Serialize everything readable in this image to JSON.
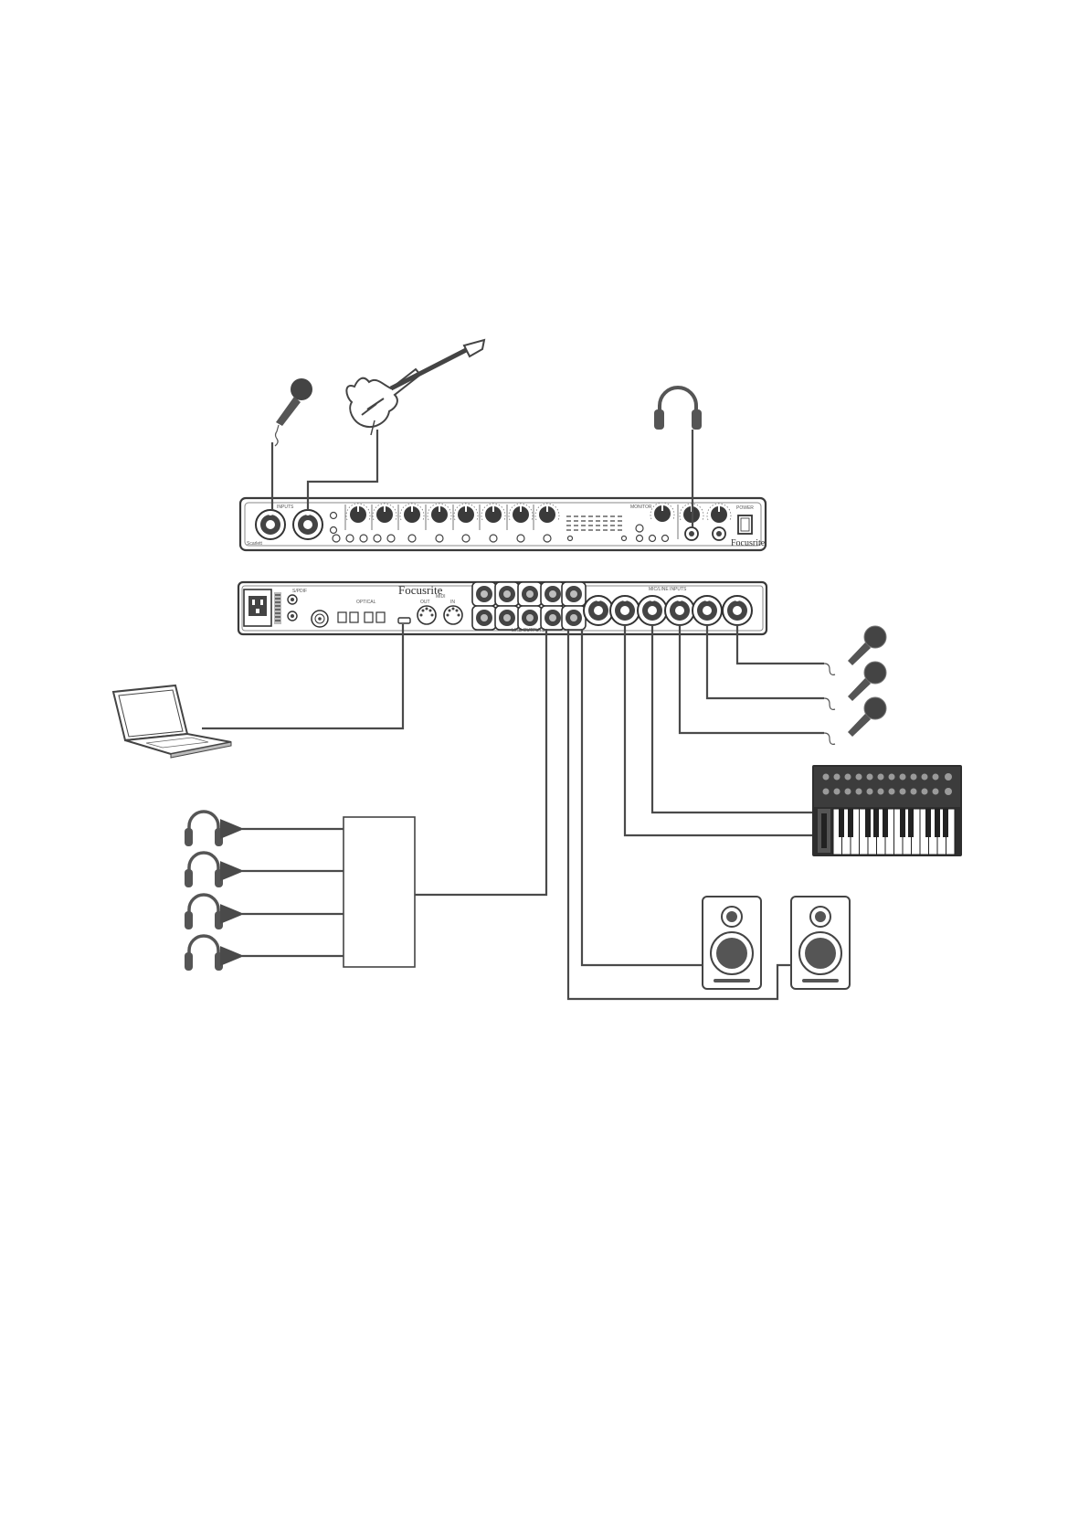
{
  "front_panel": {
    "model_label": "Scarlett",
    "brand": "Focusrite",
    "inputs_label": "INPUTS",
    "monitor_label": "MONITOR",
    "power_label": "POWER"
  },
  "rear_panel": {
    "brand": "Focusrite",
    "spdif_label": "S/PDIF",
    "optical_label": "OPTICAL",
    "midi_label": "MIDI",
    "midi_out_label": "OUT",
    "midi_in_label": "IN",
    "line_outputs_label": "LINE OUTPUTS",
    "mic_line_inputs_label": "MIC/LINE INPUTS"
  },
  "devices": {
    "icons": [
      "microphone-icon",
      "guitar-icon",
      "headphones-icon",
      "laptop-icon",
      "synth-keyboard-icon",
      "studio-monitor-icon",
      "headphone-amp-icon"
    ],
    "headphone_amp_outputs": 4,
    "rear_microphones": 3,
    "studio_monitors": 2
  }
}
